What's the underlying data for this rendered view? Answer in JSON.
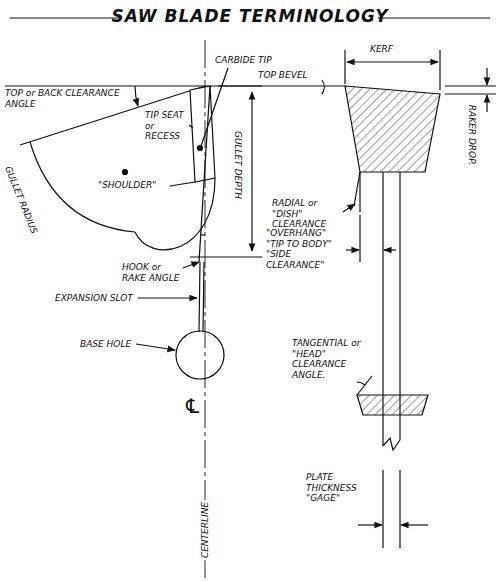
{
  "diagram": {
    "title": "SAW BLADE TERMINOLOGY",
    "labels": [
      "CARBIDE TIP",
      "KERF",
      "TOP or BACK CLEARANCE ANGLE",
      "TOP BEVEL",
      "RAKER DROP.",
      "TIP SEAT or RECESS",
      "GULLET DEPTH",
      "GULLET RADIUS",
      "\"SHOULDER\"",
      "RADIAL or \"DISH\" CLEARANCE",
      "HOOK or RAKE ANGLE",
      "\"OVERHANG\" \"TIP TO BODY\" \"SIDE CLEARANCE\"",
      "EXPANSION SLOT",
      "BASE HOLE",
      "℄",
      "TANGENTIAL or \"HEAD\" CLEARANCE ANGLE.",
      "CENTERLINE",
      "PLATE THICKNESS \"GAGE\""
    ]
  }
}
